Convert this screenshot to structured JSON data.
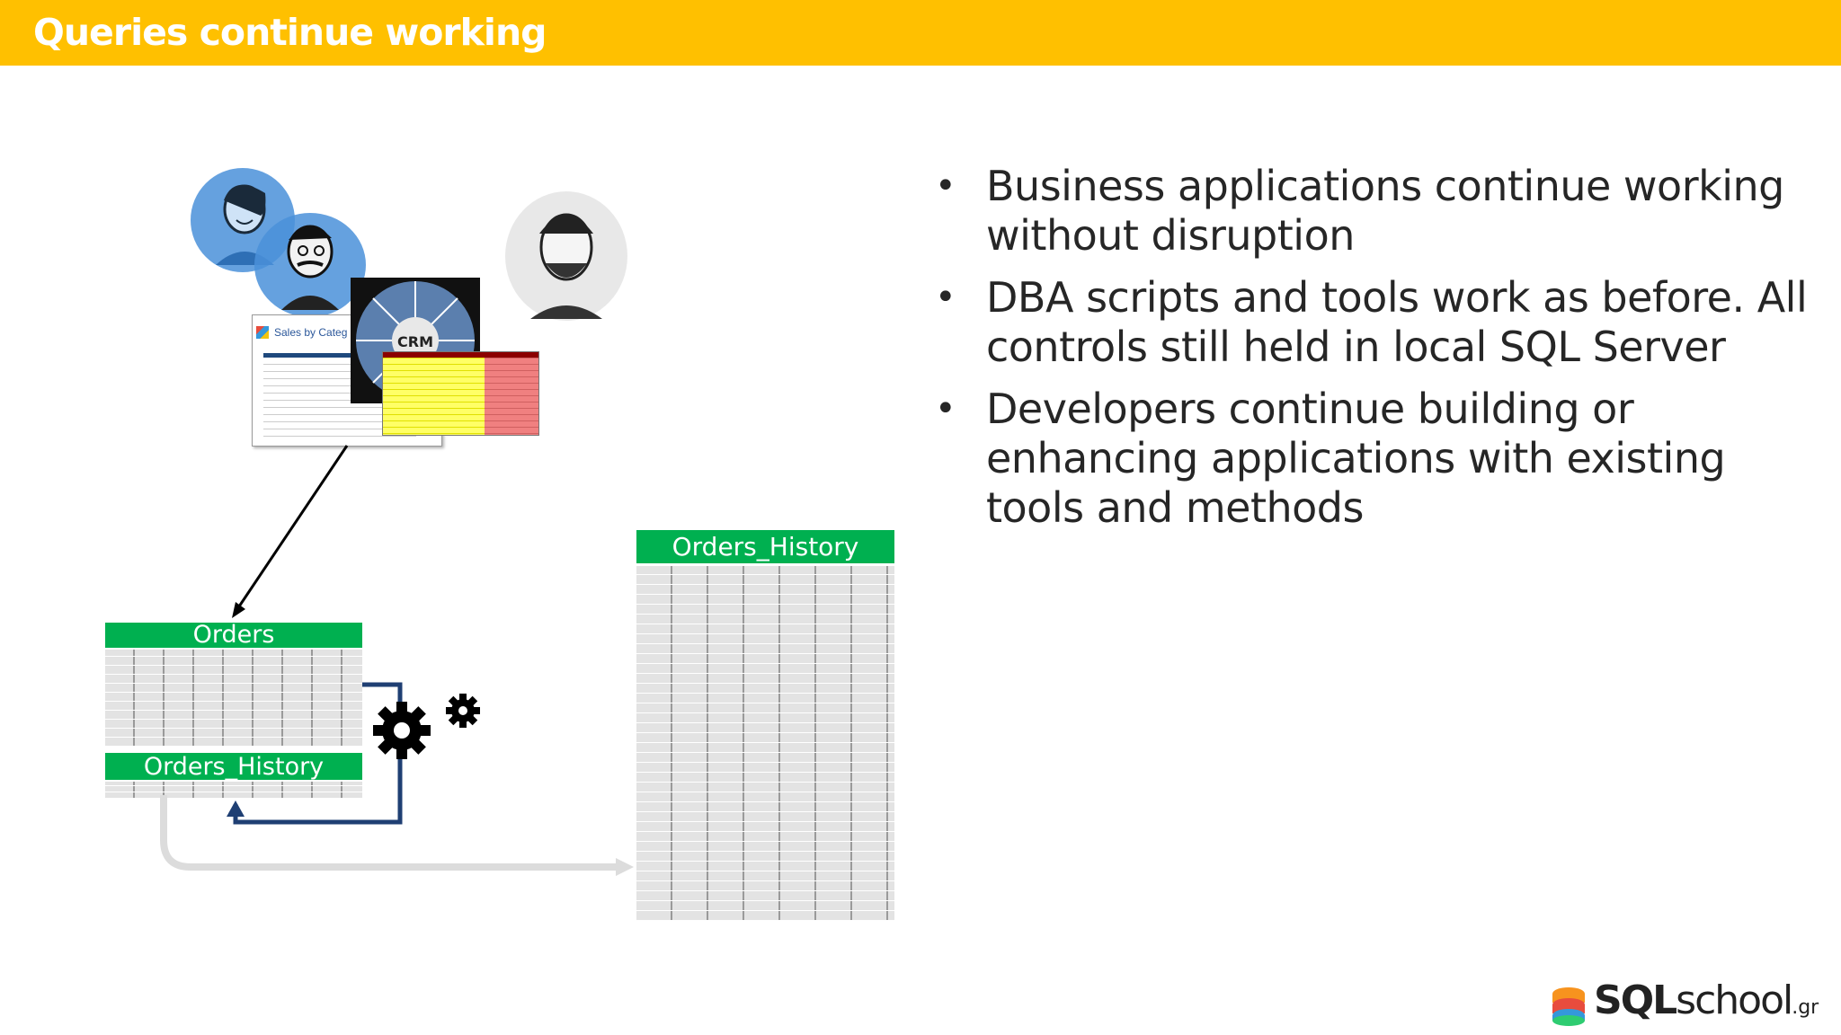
{
  "slide": {
    "title": "Queries continue working",
    "accent_color": "#FFC000",
    "table_header_color": "#00B050"
  },
  "bullets": [
    "Business applications continue working without disruption",
    "DBA scripts and tools work as before. All controls still held in local SQL Server",
    "Developers continue building or enhancing applications with existing tools and methods"
  ],
  "diagram": {
    "apps_collage": {
      "report_title": "Sales by Categ",
      "crm_label": "CRM",
      "icons": [
        "user-avatar-icon",
        "user-avatar-icon",
        "user-avatar-icon",
        "report-icon",
        "crm-wheel-icon",
        "spreadsheet-icon"
      ]
    },
    "local_tables": {
      "orders": "Orders",
      "orders_history": "Orders_History"
    },
    "remote_table": "Orders_History",
    "process_icon": "gears-icon"
  },
  "logo": {
    "bold": "SQL",
    "rest": "school",
    "suffix": ".gr"
  }
}
